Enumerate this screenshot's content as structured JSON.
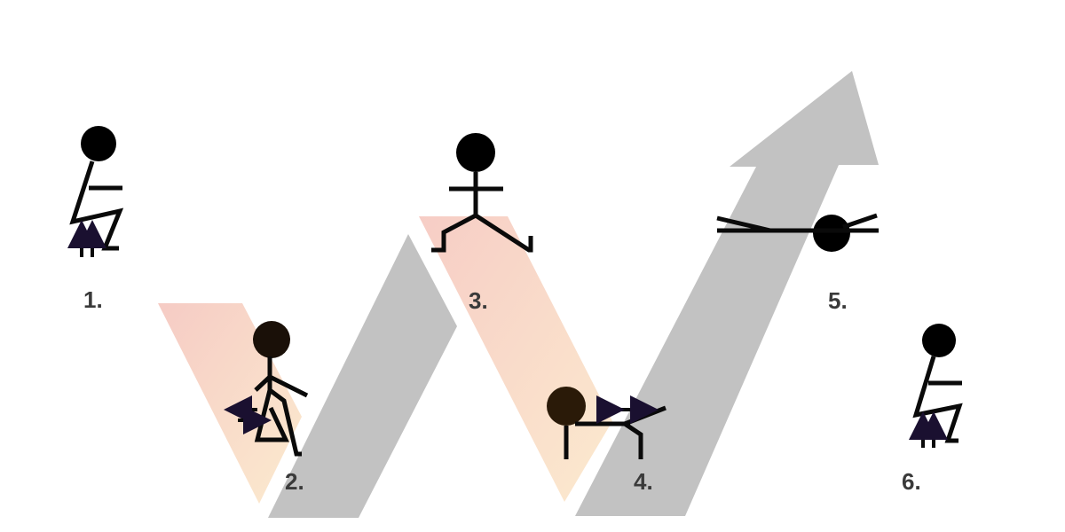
{
  "colors": {
    "gray_arrow": "#c2c2c2",
    "band_top": "#f4c6bd",
    "band_bottom": "#fbe6c8",
    "figure": "#0a0a0a",
    "label": "#3a3a3a"
  },
  "steps": [
    {
      "label": "1.",
      "icon": "figure-squat-rising-icon"
    },
    {
      "label": "2.",
      "icon": "figure-walking-squat-icon"
    },
    {
      "label": "3.",
      "icon": "figure-split-jump-icon"
    },
    {
      "label": "4.",
      "icon": "figure-lunge-reach-icon"
    },
    {
      "label": "5.",
      "icon": "figure-lying-flat-icon"
    },
    {
      "label": "6.",
      "icon": "figure-squat-rising-icon"
    }
  ]
}
